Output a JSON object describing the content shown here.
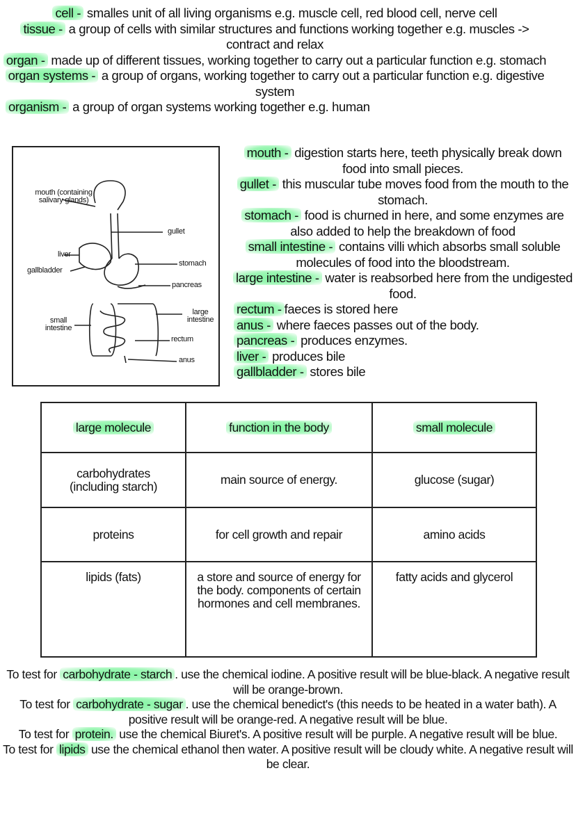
{
  "definitions": [
    {
      "term": "cell -",
      "desc": " smalles unit of all living organisms e.g. muscle cell, red blood cell, nerve cell"
    },
    {
      "term": "tissue -",
      "desc": " a group of cells with similar structures and functions working together e.g. muscles -> contract and relax"
    },
    {
      "term": "organ -",
      "desc": " made up of different tissues, working together to carry out a particular function e.g. stomach"
    },
    {
      "term": "organ systems -",
      "desc": " a group of organs, working together to carry out a particular function e.g. digestive system"
    },
    {
      "term": "organism -",
      "desc": " a group of organ systems working together e.g. human"
    }
  ],
  "diagram_labels": {
    "mouth": "mouth (containing salivary glands)",
    "gullet": "gullet",
    "liver": "liver",
    "gallbladder": "gallbladder",
    "stomach": "stomach",
    "pancreas": "pancreas",
    "large_intestine": "large intestine",
    "small_intestine": "small intestine",
    "rectum": "rectum",
    "anus": "anus"
  },
  "organs": [
    {
      "term": "mouth -",
      "desc": " digestion starts here, teeth physically break down food into small pieces."
    },
    {
      "term": "gullet -",
      "desc": " this muscular tube moves food from the mouth to the stomach."
    },
    {
      "term": "stomach -",
      "desc": " food is churned in here, and some enzymes are also added to help the breakdown of food"
    },
    {
      "term": "small intestine -",
      "desc": " contains villi which absorbs small soluble molecules of food into the bloodstream."
    },
    {
      "term": "large intestine -",
      "desc": " water is reabsorbed here from the undigested food."
    },
    {
      "term": "rectum -",
      "desc": "faeces is stored here"
    },
    {
      "term": "anus -",
      "desc": " where faeces passes out of the body."
    },
    {
      "term": "pancreas -",
      "desc": " produces enzymes."
    },
    {
      "term": "liver -",
      "desc": " produces bile"
    },
    {
      "term": "gallbladder -",
      "desc": " stores bile"
    }
  ],
  "table": {
    "headers": [
      "large molecule",
      "function in the body",
      "small molecule"
    ],
    "rows": [
      [
        "carbohydrates (including starch)",
        "main source of energy.",
        "glucose (sugar)"
      ],
      [
        "proteins",
        "for cell growth and repair",
        "amino acids"
      ],
      [
        "lipids (fats)",
        "a store and source of energy for the body. components of certain hormones and cell membranes.",
        "fatty acids and glycerol"
      ]
    ]
  },
  "tests": [
    {
      "pre": "To test for ",
      "term": "carbohydrate - starch",
      "desc": ". use the chemical iodine. A positive result will be blue-black. A negative result will be orange-brown."
    },
    {
      "pre": "To test for ",
      "term": "carbohydrate - sugar",
      "desc": ". use the chemical benedict's (this needs to be heated in a water bath). A positive result will be orange-red. A negative result will be blue."
    },
    {
      "pre": "To test for ",
      "term": "protein.",
      "desc": " use the chemical Biuret's. A positive result will be purple. A negative result will be blue."
    },
    {
      "pre": "To test for ",
      "term": "lipids",
      "desc": " use the chemical ethanol then water. A positive result will be cloudy white. A negative result will be clear."
    }
  ],
  "colors": {
    "highlight": "#7ff5a0",
    "ink": "#111111"
  }
}
